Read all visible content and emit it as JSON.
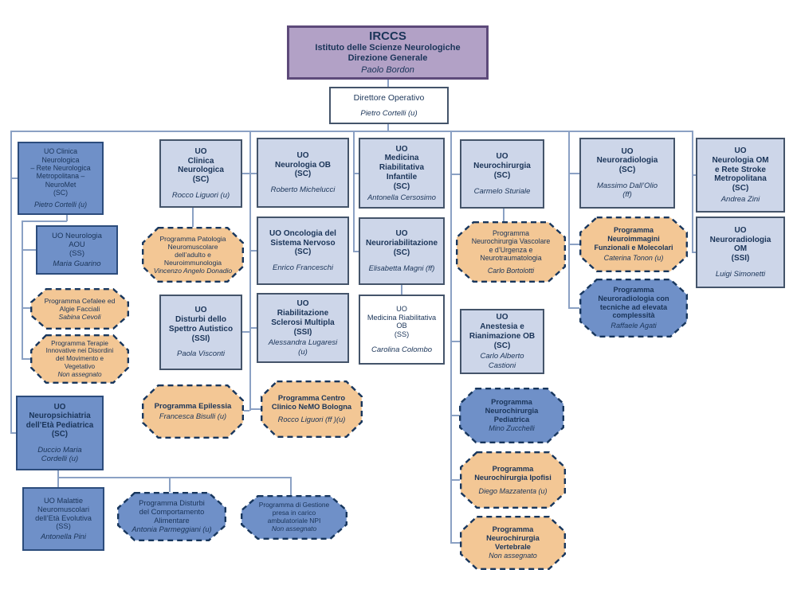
{
  "palette": {
    "purple_fill": "#b2a1c6",
    "purple_border": "#5d4a7a",
    "medium_blue_fill": "#6f90c8",
    "medium_blue_border": "#2c4c7c",
    "light_blue_fill": "#cdd6e9",
    "slate_border": "#44546a",
    "orange_fill": "#f3c795",
    "dashed_border_navy": "#17365d",
    "text_navy": "#1a3458",
    "connector_line": "#8ba1c4",
    "white_fill": "#ffffff"
  },
  "boxes": {
    "root": {
      "title": "IRCCS",
      "subtitle": "Istituto delle Scienze Neurologiche\nDirezione Generale",
      "name": "Paolo Bordon"
    },
    "direttore": {
      "title": "Direttore Operativo",
      "name": "Pietro Cortelli (u)"
    },
    "neuromet": {
      "title": "UO Clinica\nNeurologica\n– Rete Neurologica\nMetropolitana –\nNeuroMet\n(SC)",
      "name": "Pietro Cortelli (u)"
    },
    "aou": {
      "title": "UO Neurologia\nAOU\n(SS)",
      "name": "Maria Guarino"
    },
    "cefalee": {
      "title": "Programma Cefalee ed\nAlgie Facciali",
      "name": "Sabina Cevoli"
    },
    "terapie": {
      "title": "Programma Terapie\nInnovative nei Disordini\ndel Movimento e\nVegetativo",
      "name": "Non assegnato"
    },
    "neuropsichiatria": {
      "title": "UO\nNeuropsichiatria\ndell’Età Pediatrica\n(SC)",
      "name": "Duccio Maria\nCordelli (u)"
    },
    "malattie": {
      "title": "UO Malattie\nNeuromuscolari\ndell’Età Evolutiva\n(SS)",
      "name": "Antonella Pini"
    },
    "clinica": {
      "title": "UO\nClinica\nNeurologica\n(SC)",
      "name": "Rocco Liguori (u)"
    },
    "patologia": {
      "title": "Programma Patologia\nNeuromuscolare\ndell’adulto e\nNeuroimmunologia",
      "name": "Vincenzo Angelo Donadio"
    },
    "autistico": {
      "title": "UO\nDisturbi dello\nSpettro Autistico\n(SSI)",
      "name": "Paola Visconti"
    },
    "epilessia": {
      "title": "Programma Epilessia",
      "name": "Francesca Bisulli (u)"
    },
    "neurologia_ob": {
      "title": "UO\nNeurologia OB\n(SC)",
      "name": "Roberto Michelucci"
    },
    "oncologia": {
      "title": "UO Oncologia del\nSistema Nervoso\n(SC)",
      "name": "Enrico Franceschi"
    },
    "sclerosi": {
      "title": "UO\nRiabilitazione\nSclerosi Multipla\n(SSI)",
      "name": "Alessandra Lugaresi\n(u)"
    },
    "nemo": {
      "title": "Programma Centro\nClinico NeMO Bologna",
      "name": "Rocco Liguori  (ff )(u)"
    },
    "riab_infantile": {
      "title": "UO\nMedicina\nRiabilitativa\nInfantile\n(SC)",
      "name": "Antonella Cersosimo"
    },
    "neuroriab": {
      "title": "UO\nNeuroriabilitazione\n(SC)",
      "name": "Elisabetta Magni (ff)"
    },
    "riab_ob": {
      "title": "UO\nMedicina Riabilitativa\nOB\n(SS)",
      "name": "Carolina Colombo"
    },
    "neurochirurgia": {
      "title": "UO\nNeurochirurgia\n(SC)",
      "name": "Carmelo Sturiale"
    },
    "nch_vascolare": {
      "title": "Programma\nNeurochirurgia Vascolare\ne d’Urgenza e\nNeurotraumatologia",
      "name": "Carlo Bortolotti"
    },
    "anestesia": {
      "title": "UO\nAnestesia e\nRianimazione OB\n(SC)",
      "name": "Carlo Alberto\nCastioni"
    },
    "nch_pediatrica": {
      "title": "Programma\nNeurochirurgia\nPediatrica",
      "name": "Mino Zucchelli"
    },
    "nch_ipofisi": {
      "title": "Programma\nNeurochirurgia Ipofisi",
      "name": "Diego Mazzatenta (u)"
    },
    "nch_vertebrale": {
      "title": "Programma\nNeurochirurgia\nVertebrale",
      "name": "Non assegnato"
    },
    "neuroradiologia": {
      "title": "UO\nNeuroradiologia\n(SC)",
      "name": "Massimo Dall’Olio\n(ff)"
    },
    "neuroimmagini": {
      "title": "Programma\nNeuroimmagini\nFunzionali e Molecolari",
      "name": "Caterina Tonon (u)"
    },
    "nr_tecniche": {
      "title": "Programma\nNeuroradiologia con\ntecniche ad elevata\ncomplessità",
      "name": "Raffaele Agati"
    },
    "neurologia_om": {
      "title": "UO\nNeurologia OM\ne Rete Stroke\nMetropolitana\n(SC)",
      "name": "Andrea Zini"
    },
    "neuroradiologia_om": {
      "title": "UO\nNeuroradiologia\nOM\n(SSI)",
      "name": "Luigi Simonetti"
    },
    "disturbi_alim": {
      "title": "Programma Disturbi\ndel Comportamento\nAlimentare",
      "name": "Antonia Parmeggiani (u)"
    },
    "gestione_npi": {
      "title": "Programma di Gestione\npresa in carico\nambulatoriale NPI",
      "name": "Non assegnato"
    }
  }
}
